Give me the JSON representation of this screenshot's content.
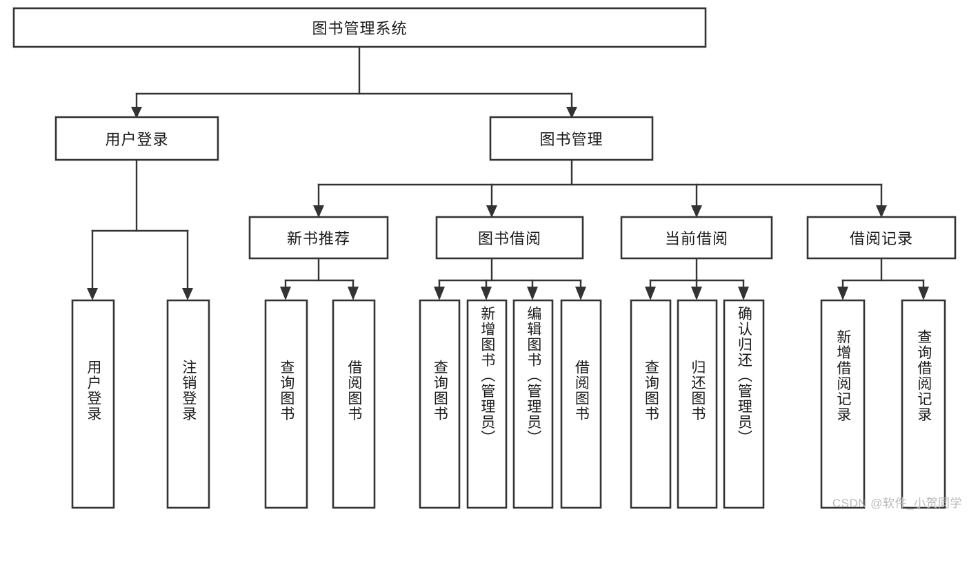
{
  "diagram": {
    "type": "tree",
    "title": "图书管理系统",
    "watermark": "CSDN @软件_小贺同学",
    "style": {
      "box_fill": "#ffffff",
      "box_stroke": "#333333",
      "connector_color": "#333333",
      "text_color": "#1a1a1a",
      "background": "#ffffff",
      "watermark_color": "#b9b9b9"
    },
    "levels": [
      {
        "level": 0,
        "nodes": [
          {
            "id": "root",
            "label": "图书管理系统",
            "orientation": "horizontal"
          }
        ]
      },
      {
        "level": 1,
        "nodes": [
          {
            "id": "login",
            "label": "用户登录",
            "orientation": "horizontal",
            "parent": "root"
          },
          {
            "id": "bookmgmt",
            "label": "图书管理",
            "orientation": "horizontal",
            "parent": "root"
          }
        ]
      },
      {
        "level": 2,
        "nodes": [
          {
            "id": "newbook",
            "label": "新书推荐",
            "orientation": "horizontal",
            "parent": "bookmgmt"
          },
          {
            "id": "borrow",
            "label": "图书借阅",
            "orientation": "horizontal",
            "parent": "bookmgmt"
          },
          {
            "id": "current",
            "label": "当前借阅",
            "orientation": "horizontal",
            "parent": "bookmgmt"
          },
          {
            "id": "records",
            "label": "借阅记录",
            "orientation": "horizontal",
            "parent": "bookmgmt"
          }
        ]
      },
      {
        "level": 3,
        "nodes": [
          {
            "id": "leaf-1",
            "label": "用户登录",
            "orientation": "vertical",
            "parent": "login"
          },
          {
            "id": "leaf-2",
            "label": "注销登录",
            "orientation": "vertical",
            "parent": "login"
          },
          {
            "id": "leaf-3",
            "label": "查询图书",
            "orientation": "vertical",
            "parent": "newbook"
          },
          {
            "id": "leaf-4",
            "label": "借阅图书",
            "orientation": "vertical",
            "parent": "newbook"
          },
          {
            "id": "leaf-5",
            "label": "查询图书",
            "orientation": "vertical",
            "parent": "borrow"
          },
          {
            "id": "leaf-6",
            "label": "新增图书（管理员）",
            "orientation": "vertical",
            "parent": "borrow"
          },
          {
            "id": "leaf-7",
            "label": "编辑图书（管理员）",
            "orientation": "vertical",
            "parent": "borrow"
          },
          {
            "id": "leaf-8",
            "label": "借阅图书",
            "orientation": "vertical",
            "parent": "borrow"
          },
          {
            "id": "leaf-9",
            "label": "查询图书",
            "orientation": "vertical",
            "parent": "current"
          },
          {
            "id": "leaf-10",
            "label": "归还图书",
            "orientation": "vertical",
            "parent": "current"
          },
          {
            "id": "leaf-11",
            "label": "确认归还（管理员）",
            "orientation": "vertical",
            "parent": "current"
          },
          {
            "id": "leaf-12",
            "label": "新增借阅记录",
            "orientation": "vertical",
            "parent": "records"
          },
          {
            "id": "leaf-13",
            "label": "查询借阅记录",
            "orientation": "vertical",
            "parent": "records"
          }
        ]
      }
    ]
  }
}
